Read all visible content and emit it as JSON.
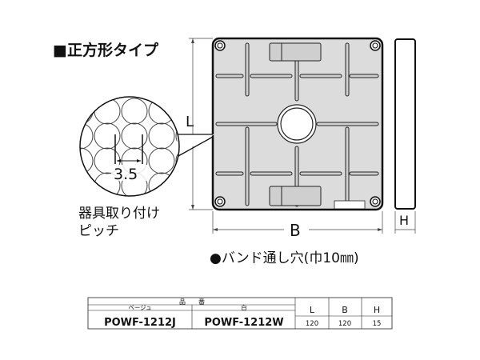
{
  "title": "■正方形タイプ",
  "detail": {
    "pitch_value": "3.5",
    "caption_line1": "器具取り付け",
    "caption_line2": "ピッチ"
  },
  "dimensions": {
    "L": "L",
    "B": "B",
    "H": "H"
  },
  "note": "●バンド通し穴(巾10㎜)",
  "colors": {
    "plate_fill": "#dcdcdc",
    "line": "#222222"
  },
  "table": {
    "group_header": "品　　番",
    "sub_headers": [
      "ベージュ",
      "白"
    ],
    "dim_headers": [
      "L",
      "B",
      "H"
    ],
    "rows": [
      {
        "beige": "POWF-1212J",
        "white": "POWF-1212W",
        "L": "120",
        "B": "120",
        "H": "15"
      }
    ]
  }
}
